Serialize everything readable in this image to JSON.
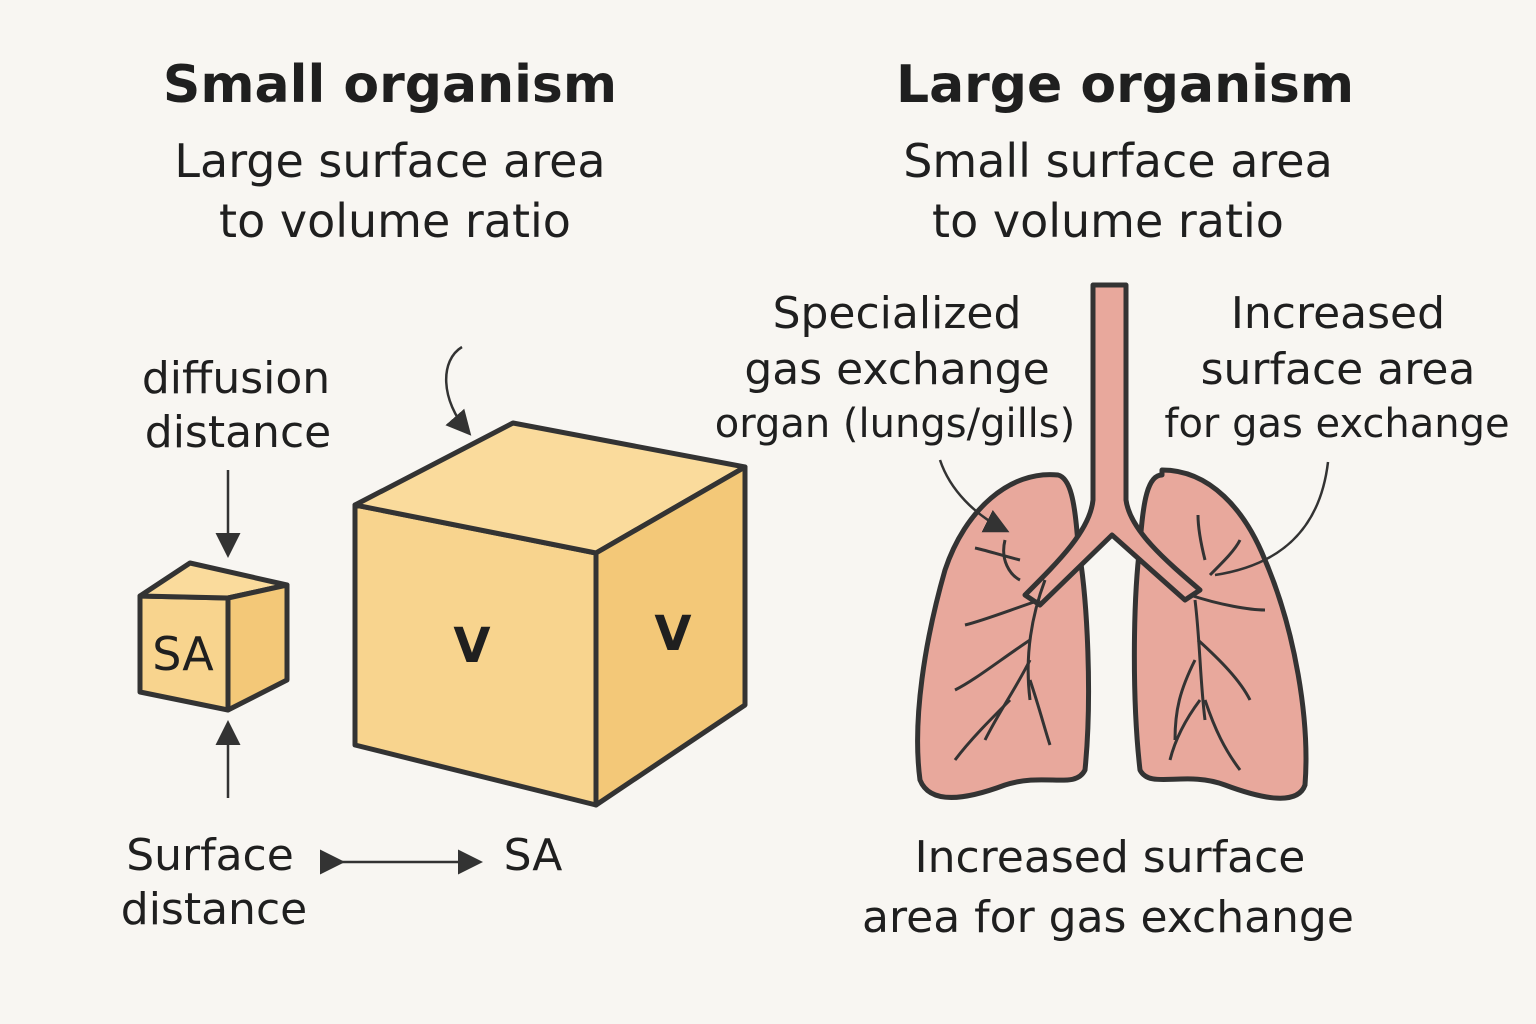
{
  "left": {
    "title": "Small organism",
    "subtitle_line1": "Large surface area",
    "subtitle_line2": "to volume ratio",
    "diffusion_line1": "diffusion",
    "diffusion_line2": "distance",
    "small_cube_label": "SA",
    "big_cube_front_label": "V",
    "big_cube_side_label": "V",
    "surface_line1": "Surface",
    "surface_line2": "distance",
    "sa_label": "SA"
  },
  "right": {
    "title": "Large organism",
    "subtitle_line1": "Small surface area",
    "subtitle_line2": "to volume ratio",
    "organ_line1": "Specialized",
    "organ_line2": "gas exchange",
    "organ_line3": "organ (lungs/gills)",
    "increased_line1": "Increased",
    "increased_line2": "surface area",
    "increased_line3": "for gas exchange",
    "bottom_line1": "Increased surface",
    "bottom_line2": "area for gas exchange"
  },
  "colors": {
    "background": "#f8f6f2",
    "cube": "#f8d48e",
    "cube_side": "#f3c878",
    "lung": "#e8a89c",
    "outline": "#333333"
  }
}
